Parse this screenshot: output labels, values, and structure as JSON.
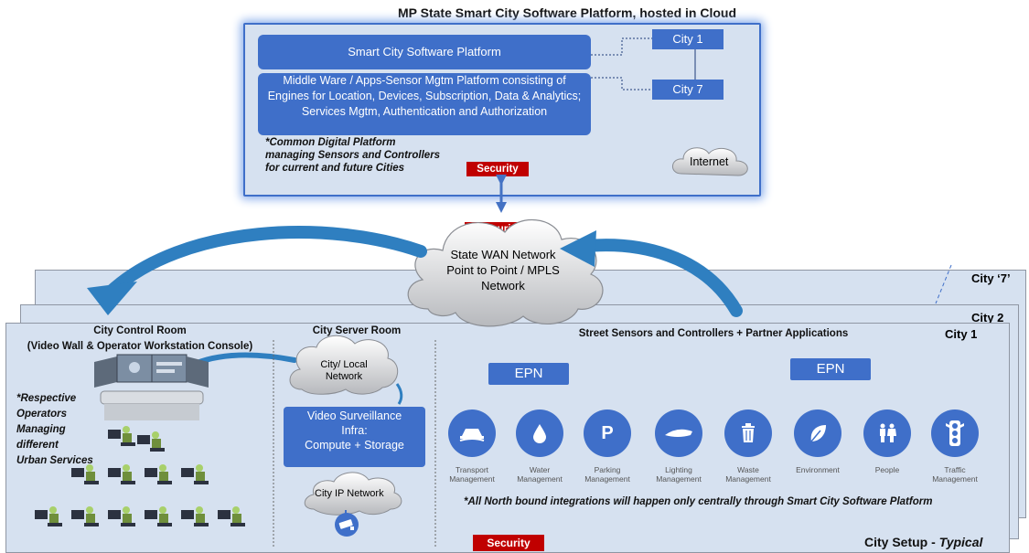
{
  "top": {
    "title": "MP State Smart City Software Platform, hosted in Cloud",
    "software_platform": "Smart City Software Platform",
    "middleware": "Middle Ware / Apps-Sensor Mgtm Platform consisting of Engines for Location, Devices, Subscription, Data & Analytics; Services Mgtm, Authentication and Authorization",
    "city_first": "City 1",
    "city_last": "City 7",
    "common_note_lines": [
      "*Common Digital Platform",
      "managing Sensors and Controllers",
      "for current and future Cities"
    ],
    "security": "Security",
    "internet": "Internet"
  },
  "wan": {
    "security": "Security",
    "lines": [
      "State WAN Network",
      "Point to Point / MPLS",
      "Network"
    ]
  },
  "city_frames": {
    "city7": "City ‘7’",
    "city2": "City 2",
    "city1": "City 1"
  },
  "control_room": {
    "title": "City Control Room",
    "subtitle": "(Video Wall & Operator Workstation Console)",
    "note_lines": [
      "*Respective",
      "Operators",
      "Managing",
      "different",
      "Urban Services"
    ]
  },
  "server_room": {
    "title": "City Server Room",
    "local_network_lines": [
      "City/ Local",
      "Network"
    ],
    "video_surveillance_lines": [
      "Video Surveillance",
      "Infra:",
      "Compute + Storage"
    ],
    "ip_network": "City IP Network"
  },
  "street": {
    "title": "Street Sensors and Controllers + Partner Applications",
    "epn1": "EPN",
    "epn2": "EPN",
    "services": [
      {
        "icon": "transport-icon",
        "glyph": "",
        "label_lines": [
          "Transport",
          "Management"
        ]
      },
      {
        "icon": "water-drop-icon",
        "glyph": "",
        "label_lines": [
          "Water",
          "Management"
        ]
      },
      {
        "icon": "parking-icon",
        "glyph": "P",
        "label_lines": [
          "Parking",
          "Management"
        ]
      },
      {
        "icon": "lighting-icon",
        "glyph": "",
        "label_lines": [
          "Lighting",
          "Management"
        ]
      },
      {
        "icon": "waste-bin-icon",
        "glyph": "",
        "label_lines": [
          "Waste",
          "Management"
        ]
      },
      {
        "icon": "leaf-icon",
        "glyph": "",
        "label_lines": [
          "Environment"
        ]
      },
      {
        "icon": "people-icon",
        "glyph": "",
        "label_lines": [
          "People"
        ]
      },
      {
        "icon": "traffic-light-icon",
        "glyph": "",
        "label_lines": [
          "Traffic",
          "Management"
        ]
      }
    ],
    "north_note": "*All North bound integrations will happen only centrally through Smart City Software Platform"
  },
  "bottom": {
    "security": "Security",
    "setup_prefix": "City Setup - ",
    "setup_emph": "Typical"
  },
  "colors": {
    "box_blue": "#3f6fc9",
    "frame_fill": "#d6e1f0",
    "security_red": "#c00000",
    "arrow_blue": "#1f7fc4"
  }
}
